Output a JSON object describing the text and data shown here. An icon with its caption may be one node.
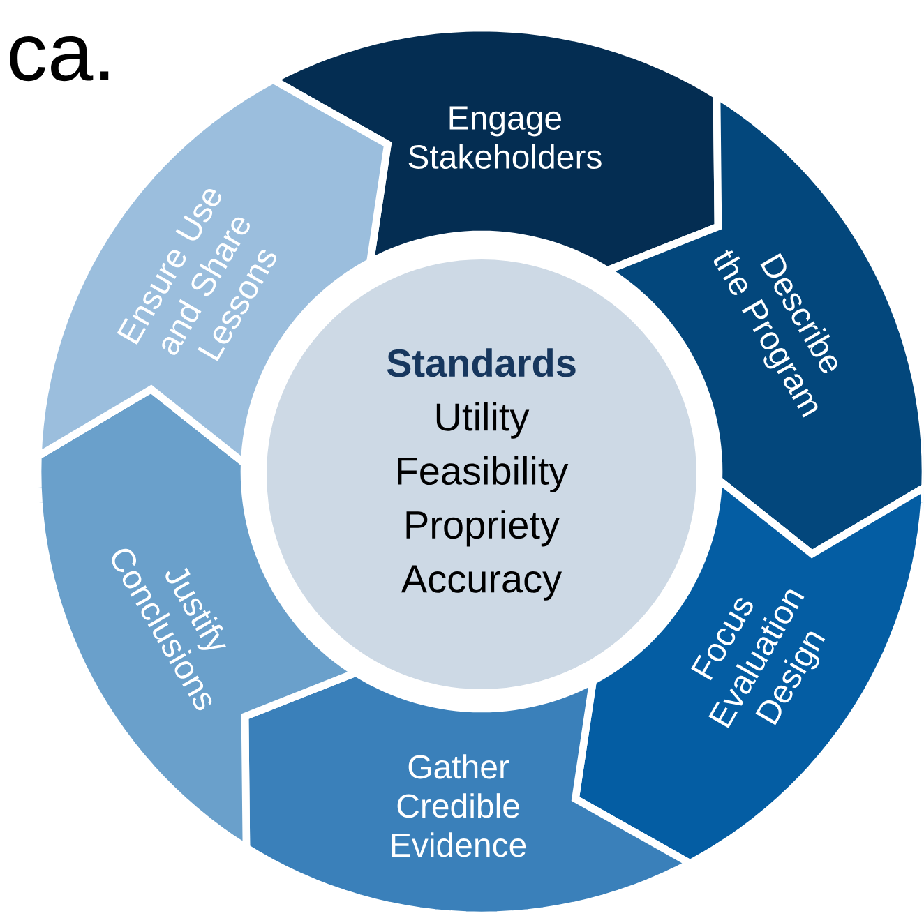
{
  "diagram": {
    "nodes": [
      {
        "text": [
          "Standards",
          "Utility",
          "Feasibility",
          "Propriety",
          "Accuracy"
        ]
      },
      {
        "text": [
          "Engage Stakeholders"
        ]
      },
      {
        "text": [
          "Describe the Program"
        ]
      },
      {
        "text": [
          "Focus Evaluation Design"
        ]
      },
      {
        "text": [
          "Gather Credible Evidence"
        ]
      },
      {
        "text": [
          "Justify Conclusions"
        ]
      },
      {
        "text": [
          "Ensure Use and Share Lessons"
        ]
      }
    ],
    "labels": [
      "ca."
    ]
  }
}
